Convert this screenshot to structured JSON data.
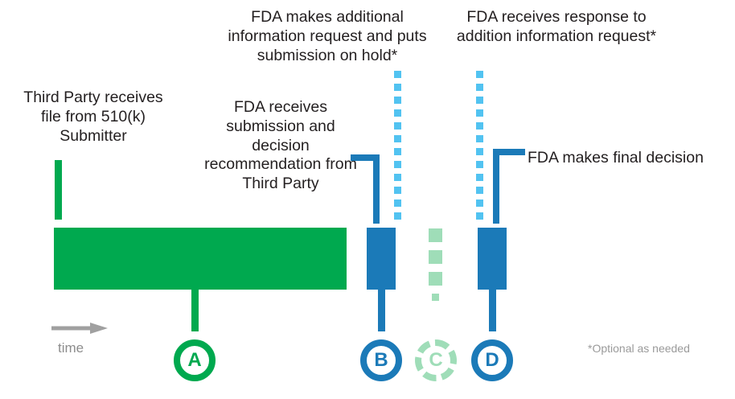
{
  "diagram": {
    "title_labels": {
      "fda_info_request": "FDA makes additional information request and puts submission on hold*",
      "fda_response": "FDA receives response to addition  information request*",
      "third_party": "Third Party receives file from 510(k) Submitter",
      "fda_receives": "FDA receives submission and decision recommendation from Third Party",
      "final_decision": "FDA makes final decision"
    },
    "footnote": "*Optional as needed",
    "time_axis": {
      "label": "time",
      "arrow_icon": "right-arrow-icon"
    },
    "markers": [
      {
        "id": "A",
        "letter": "A",
        "color": "#00a94f",
        "style": "solid"
      },
      {
        "id": "B",
        "letter": "B",
        "color": "#1b7ab8",
        "style": "solid"
      },
      {
        "id": "C",
        "letter": "C",
        "color": "#9fddb8",
        "style": "dashed"
      },
      {
        "id": "D",
        "letter": "D",
        "color": "#1b7ab8",
        "style": "solid"
      }
    ],
    "phases": [
      {
        "id": "third-party-review",
        "color": "#00a94f",
        "kind": "solid-bar"
      },
      {
        "id": "fda-review-b",
        "color": "#1b7ab8",
        "kind": "solid-bar"
      },
      {
        "id": "hold-period-c",
        "color": "#9fddb8",
        "kind": "dashed-bar"
      },
      {
        "id": "fda-review-d",
        "color": "#1b7ab8",
        "kind": "solid-bar"
      }
    ],
    "colors": {
      "green": "#00a94f",
      "blue": "#1b7ab8",
      "light_blue": "#52c3f1",
      "light_green": "#9fddb8",
      "gray": "#8d8d8d",
      "text": "#231f20",
      "background": "#ffffff"
    }
  }
}
